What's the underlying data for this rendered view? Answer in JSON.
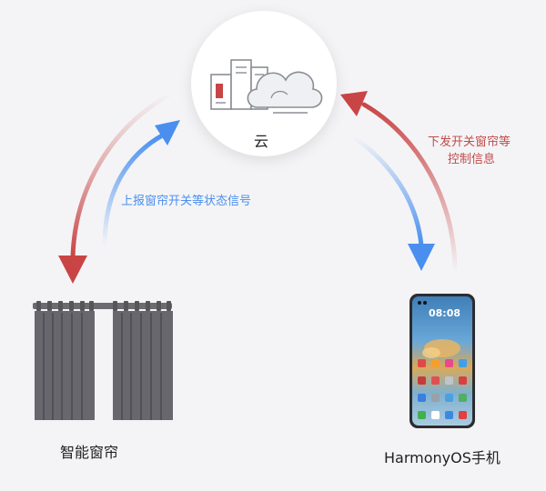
{
  "nodes": {
    "cloud": {
      "label": "云"
    },
    "curtain": {
      "label": "智能窗帘"
    },
    "phone": {
      "label": "HarmonyOS手机",
      "screen_time": "08:08"
    }
  },
  "edges": {
    "report": {
      "label": "上报窗帘开关等状态信号",
      "color": "#4a8ff0"
    },
    "control": {
      "label_line1": "下发开关窗帘等",
      "label_line2": "控制信息",
      "color": "#c24a4a"
    }
  },
  "colors": {
    "red_arrow": "#c94545",
    "blue_arrow": "#4a8ff0",
    "background": "#f4f4f6"
  }
}
